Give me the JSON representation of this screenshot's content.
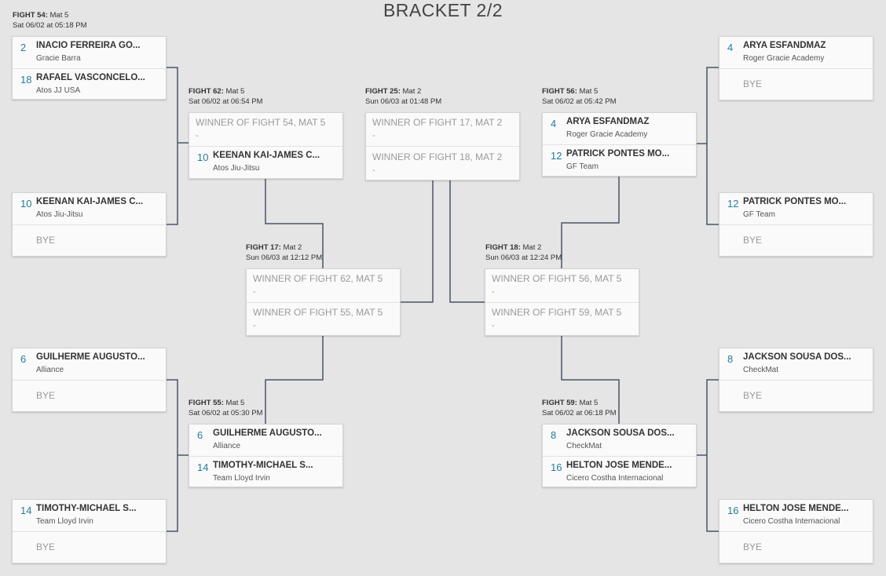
{
  "title": "BRACKET 2/2",
  "fights": {
    "f54": {
      "label": "FIGHT 54:",
      "mat": "Mat 5",
      "time": "Sat 06/02 at 05:18 PM"
    },
    "f62": {
      "label": "FIGHT 62:",
      "mat": "Mat 5",
      "time": "Sat 06/02 at 06:54 PM"
    },
    "f25": {
      "label": "FIGHT 25:",
      "mat": "Mat 2",
      "time": "Sun 06/03 at 01:48 PM"
    },
    "f56": {
      "label": "FIGHT 56:",
      "mat": "Mat 5",
      "time": "Sat 06/02 at 05:42 PM"
    },
    "f17": {
      "label": "FIGHT 17:",
      "mat": "Mat 2",
      "time": "Sun 06/03 at 12:12 PM"
    },
    "f18": {
      "label": "FIGHT 18:",
      "mat": "Mat 2",
      "time": "Sun 06/03 at 12:24 PM"
    },
    "f55": {
      "label": "FIGHT 55:",
      "mat": "Mat 5",
      "time": "Sat 06/02 at 05:30 PM"
    },
    "f59": {
      "label": "FIGHT 59:",
      "mat": "Mat 5",
      "time": "Sat 06/02 at 06:18 PM"
    }
  },
  "competitors": {
    "inacio": {
      "seed": "2",
      "name": "INACIO FERREIRA GO...",
      "team": "Gracie Barra"
    },
    "rafael": {
      "seed": "18",
      "name": "RAFAEL VASCONCELO...",
      "team": "Atos JJ USA"
    },
    "keenan": {
      "seed": "10",
      "name": "KEENAN KAI-JAMES C...",
      "team": "Atos Jiu-Jitsu"
    },
    "guilherme": {
      "seed": "6",
      "name": "GUILHERME AUGUSTO...",
      "team": "Alliance"
    },
    "timothy": {
      "seed": "14",
      "name": "TIMOTHY-MICHAEL S...",
      "team": "Team Lloyd Irvin"
    },
    "arya": {
      "seed": "4",
      "name": "ARYA ESFANDMAZ",
      "team": "Roger Gracie Academy"
    },
    "patrick": {
      "seed": "12",
      "name": "PATRICK PONTES MO...",
      "team": "GF Team"
    },
    "jackson": {
      "seed": "8",
      "name": "JACKSON SOUSA DOS...",
      "team": "CheckMat"
    },
    "helton": {
      "seed": "16",
      "name": "HELTON JOSE MENDE...",
      "team": "Cicero Costha Internacional"
    }
  },
  "bye": "BYE",
  "winners": {
    "w54": "WINNER OF FIGHT 54, MAT 5",
    "w17": "WINNER OF FIGHT 17, MAT 2",
    "w18": "WINNER OF FIGHT 18, MAT 2",
    "w62": "WINNER OF FIGHT 62, MAT 5",
    "w55": "WINNER OF FIGHT 55, MAT 5",
    "w56": "WINNER OF FIGHT 56, MAT 5",
    "w59": "WINNER OF FIGHT 59, MAT 5"
  },
  "pending": "-"
}
